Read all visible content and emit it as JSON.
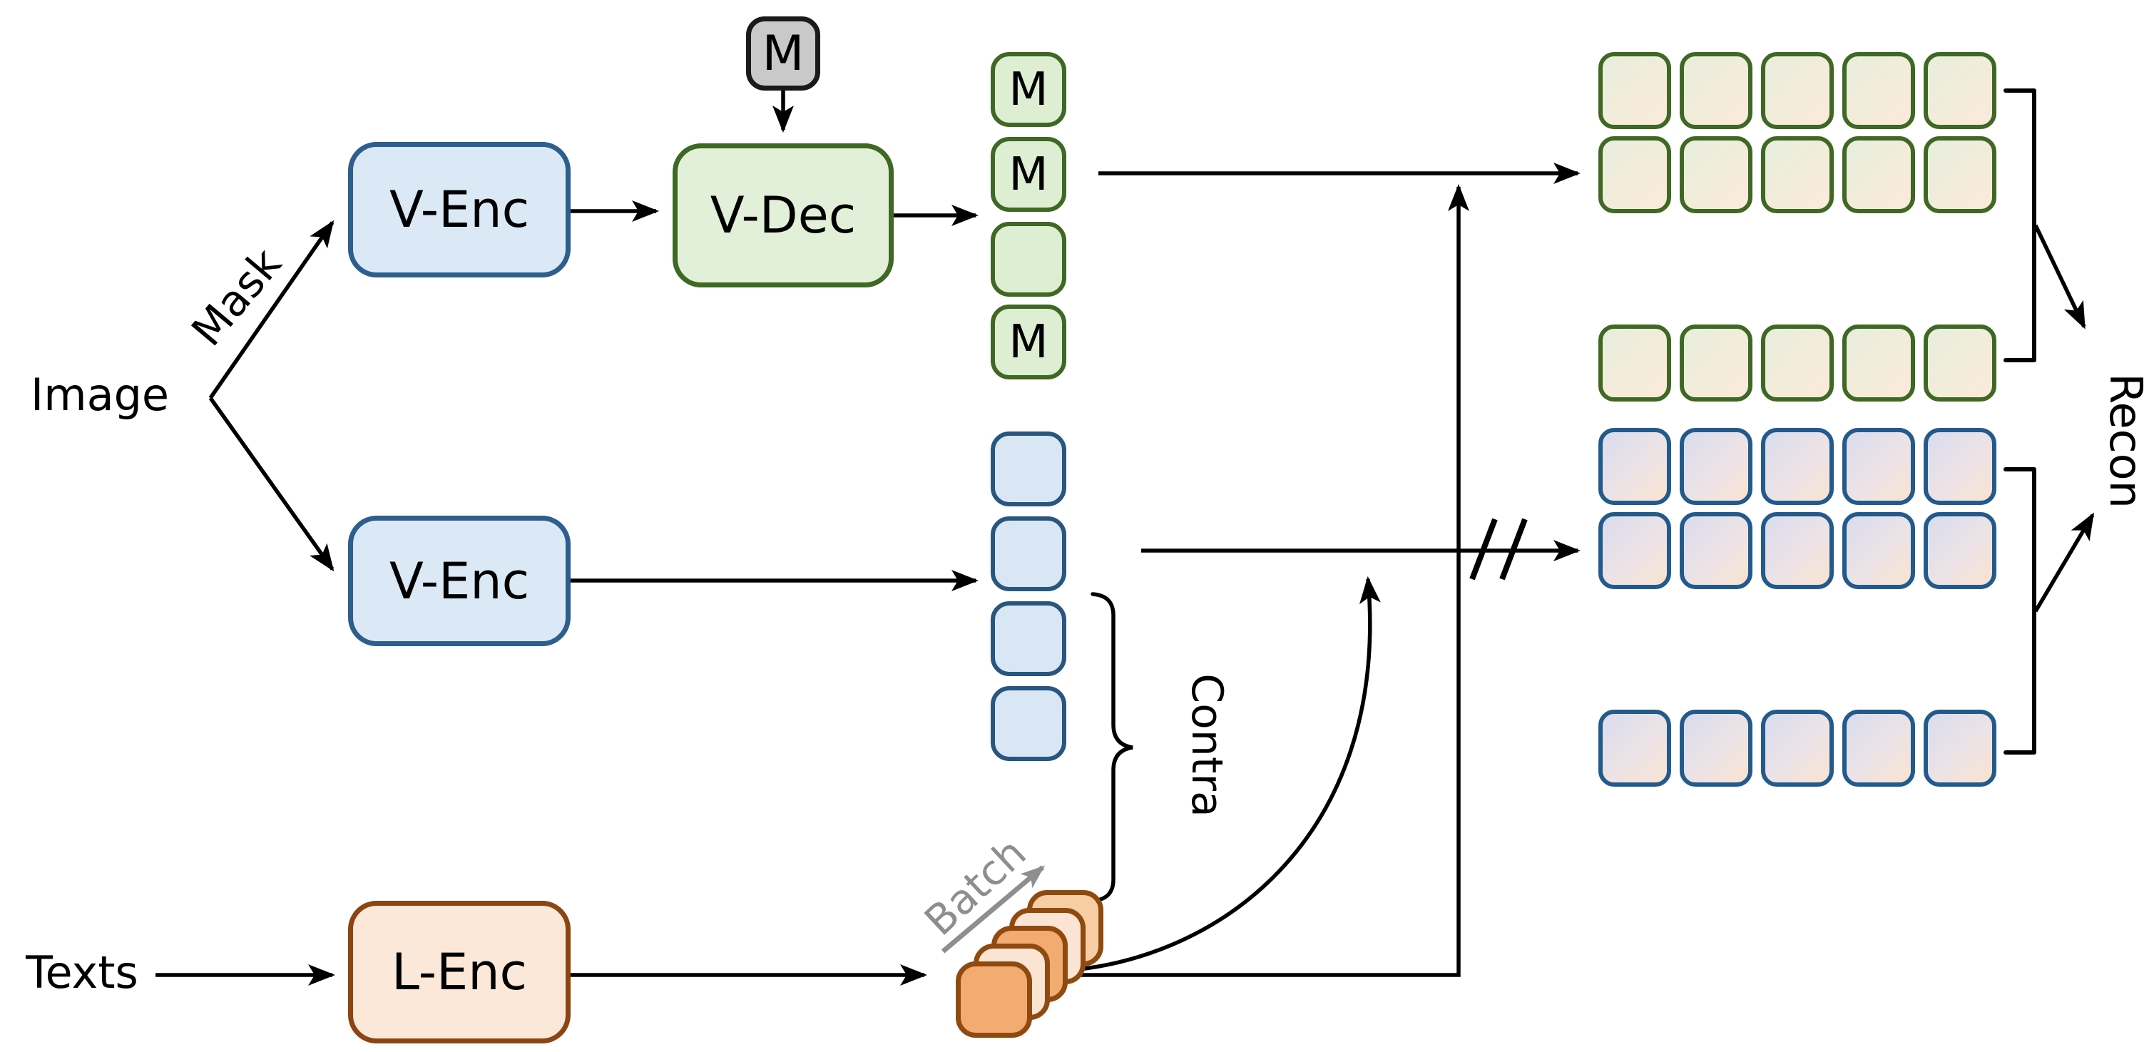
{
  "labels": {
    "image": "Image",
    "mask": "Mask",
    "texts": "Texts",
    "batch": "Batch",
    "contra": "Contra",
    "recon": "Recon"
  },
  "boxes": {
    "v_enc_top": "V-Enc",
    "v_dec": "V-Dec",
    "v_enc_bottom": "V-Enc",
    "l_enc": "L-Enc",
    "mask_token": "M"
  },
  "masked_token_column": [
    "M",
    "M",
    "",
    "M"
  ],
  "visible_token_column_count": 4,
  "text_batch_stack_count": 5,
  "recon_grid_green": {
    "rows": 3,
    "cols": 5
  },
  "recon_grid_blue": {
    "rows": 3,
    "cols": 5
  },
  "colors": {
    "encoder_blue_fill": "#dbe9f6",
    "encoder_blue_stroke": "#2e5e8c",
    "decoder_green_fill": "#e3f0d9",
    "decoder_green_stroke": "#3e6823",
    "lang_orange_fill": "#fce8d9",
    "lang_orange_stroke": "#8a4513",
    "batch_token_dark": "#f2ab70",
    "batch_token_light": "#fbe4d4",
    "mask_gray_fill": "#c9c9c9",
    "batch_label_gray": "#8e8e8e"
  }
}
